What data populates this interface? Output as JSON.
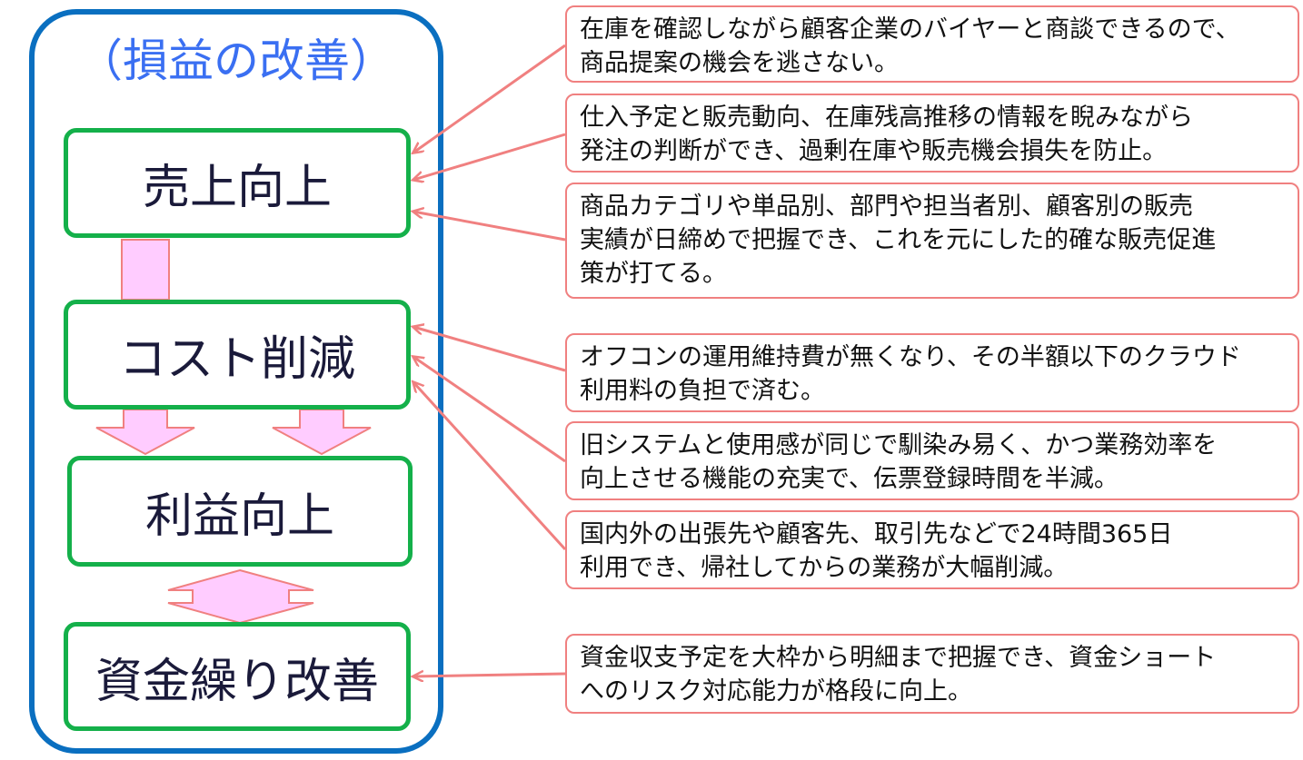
{
  "title": "（損益の改善）",
  "stages": {
    "sales": "売上向上",
    "cost": "コスト削減",
    "profit": "利益向上",
    "cashflow": "資金繰り改善"
  },
  "callouts": [
    {
      "text": "在庫を確認しながら顧客企業のバイヤーと商談できるので、\n商品提案の機会を逃さない。",
      "target": "sales"
    },
    {
      "text": "仕入予定と販売動向、在庫残高推移の情報を睨みながら\n発注の判断ができ、過剰在庫や販売機会損失を防止。",
      "target": "sales"
    },
    {
      "text": "商品カテゴリや単品別、部門や担当者別、顧客別の販売\n実績が日締めで把握でき、これを元にした的確な販売促進\n策が打てる。",
      "target": "sales"
    },
    {
      "text": "オフコンの運用維持費が無くなり、その半額以下のクラウド\n利用料の負担で済む。",
      "target": "cost"
    },
    {
      "text": "旧システムと使用感が同じで馴染み易く、かつ業務効率を\n向上させる機能の充実で、伝票登録時間を半減。",
      "target": "cost"
    },
    {
      "text": "国内外の出張先や顧客先、取引先などで24時間365日\n利用でき、帰社してからの業務が大幅削減。",
      "target": "cost"
    },
    {
      "text": "資金収支予定を大枠から明細まで把握でき、資金ショート\nへのリスク対応能力が格段に向上。",
      "target": "cashflow"
    }
  ],
  "colors": {
    "frame": "#0a6fc0",
    "title": "#3a6ff2",
    "stage_border": "#14b04a",
    "flow_arrow_fill": "#ffccff",
    "flow_arrow_stroke": "#f08080",
    "callout_border": "#f08080",
    "pointer_arrow": "#f08080"
  }
}
